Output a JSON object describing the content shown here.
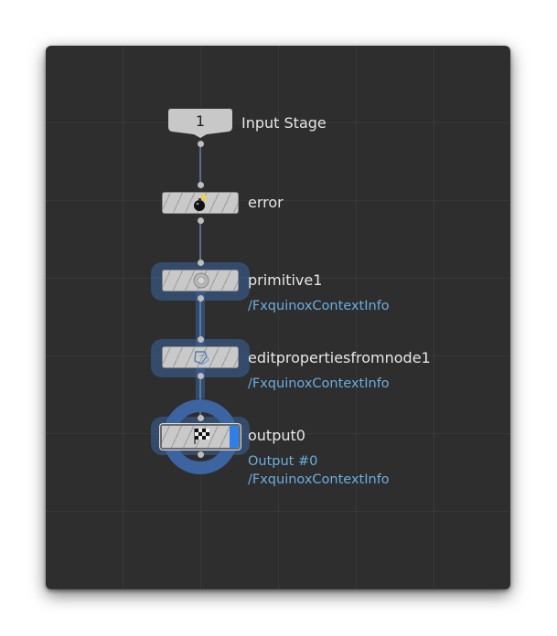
{
  "network": {
    "input": {
      "index": "1",
      "label": "Input Stage"
    },
    "nodes": [
      {
        "label": "error",
        "icon": "bomb-icon"
      },
      {
        "label": "primitive1",
        "sublabel": "/FxquinoxContextInfo",
        "icon": "primitive-icon"
      },
      {
        "label": "editpropertiesfromnode1",
        "sublabel": "/FxquinoxContextInfo",
        "icon": "edit-properties-icon"
      },
      {
        "label": "output0",
        "sublabel": "Output #0",
        "sublabel2": "/FxquinoxContextInfo",
        "icon": "checkered-flag-icon"
      }
    ]
  },
  "colors": {
    "background": "#2e2e2e",
    "wire": "#6a8fc8",
    "highlight": "#3c64a0",
    "sublabel": "#6aaee0",
    "output_flag": "#2f7fe6"
  }
}
